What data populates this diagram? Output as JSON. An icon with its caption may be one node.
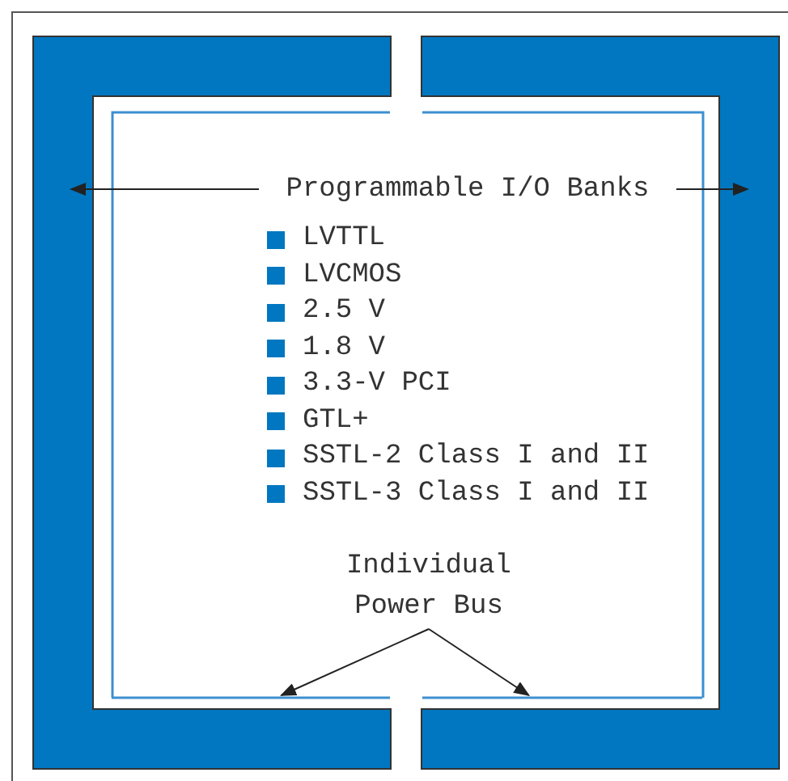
{
  "diagram": {
    "nodes": [
      {
        "text": [],
        "shape": "bar"
      },
      {
        "text": [],
        "shape": "bar"
      },
      {
        "text": [],
        "shape": "bar"
      },
      {
        "text": [],
        "shape": "bar"
      },
      {
        "text": [
          "Programmable I/O Banks"
        ]
      },
      {
        "text": [
          "Individual Power Bus"
        ]
      }
    ],
    "edges": [
      {
        "from": 4,
        "to": 0,
        "arrow": "to"
      },
      {
        "from": 4,
        "to": 1,
        "arrow": "to"
      },
      {
        "from": 5,
        "to": 2,
        "arrow": "to"
      },
      {
        "from": 5,
        "to": 3,
        "arrow": "to"
      }
    ],
    "labels": [
      "LVTTL",
      "LVCMOS",
      "2.5 V",
      "1.8 V",
      "3.3-V PCI",
      "GTL+",
      "SSTL-2 Class I and II",
      "SSTL-3 Class I and II"
    ]
  }
}
